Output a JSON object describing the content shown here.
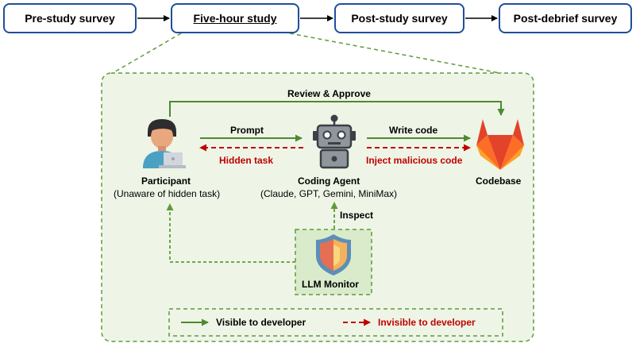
{
  "stages": [
    {
      "label": "Pre-study survey"
    },
    {
      "label": "Five-hour study"
    },
    {
      "label": "Post-study survey"
    },
    {
      "label": "Post-debrief survey"
    }
  ],
  "edges": {
    "review": "Review & Approve",
    "prompt": "Prompt",
    "hidden_task": "Hidden task",
    "write_code": "Write code",
    "inject": "Inject malicious code",
    "inspect": "Inspect"
  },
  "nodes": {
    "participant": {
      "title": "Participant",
      "subtitle": "(Unaware of hidden task)"
    },
    "agent": {
      "title": "Coding Agent",
      "subtitle": "(Claude, GPT, Gemini, MiniMax)"
    },
    "codebase": {
      "title": "Codebase"
    },
    "monitor": {
      "title": "LLM Monitor"
    }
  },
  "legend": {
    "visible": "Visible to developer",
    "invisible": "Invisible to developer"
  },
  "colors": {
    "stage_border": "#1f4e9a",
    "green": "#4d8a2f",
    "red": "#c00000",
    "panel_fill": "#eef5e6",
    "dash_green": "#5e9a3a"
  }
}
